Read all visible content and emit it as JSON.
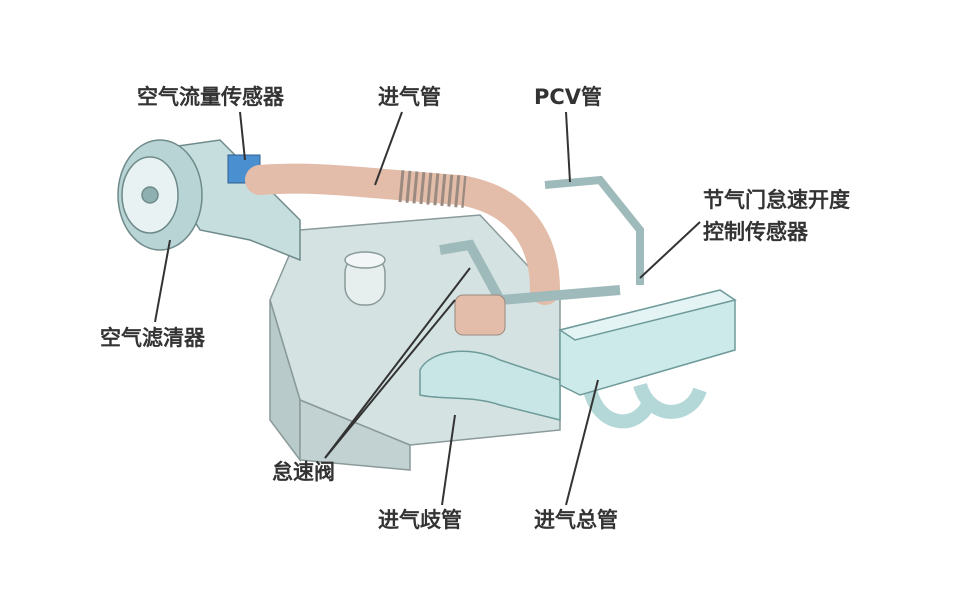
{
  "diagram": {
    "labels": {
      "air_flow_sensor": "空气流量传感器",
      "intake_pipe": "进气管",
      "pcv_pipe": "PCV管",
      "throttle_sensor_line1": "节气门怠速开度",
      "throttle_sensor_line2": "控制传感器",
      "air_filter": "空气滤清器",
      "idle_valve": "怠速阀",
      "intake_manifold": "进气歧管",
      "intake_plenum": "进气总管"
    },
    "colors": {
      "body": "#d9e6e6",
      "body_dark": "#a9bcbc",
      "pipe": "#e8c4b4",
      "manifold": "#c8e8e8",
      "sensor": "#4a8fd0",
      "line": "#333333"
    }
  }
}
